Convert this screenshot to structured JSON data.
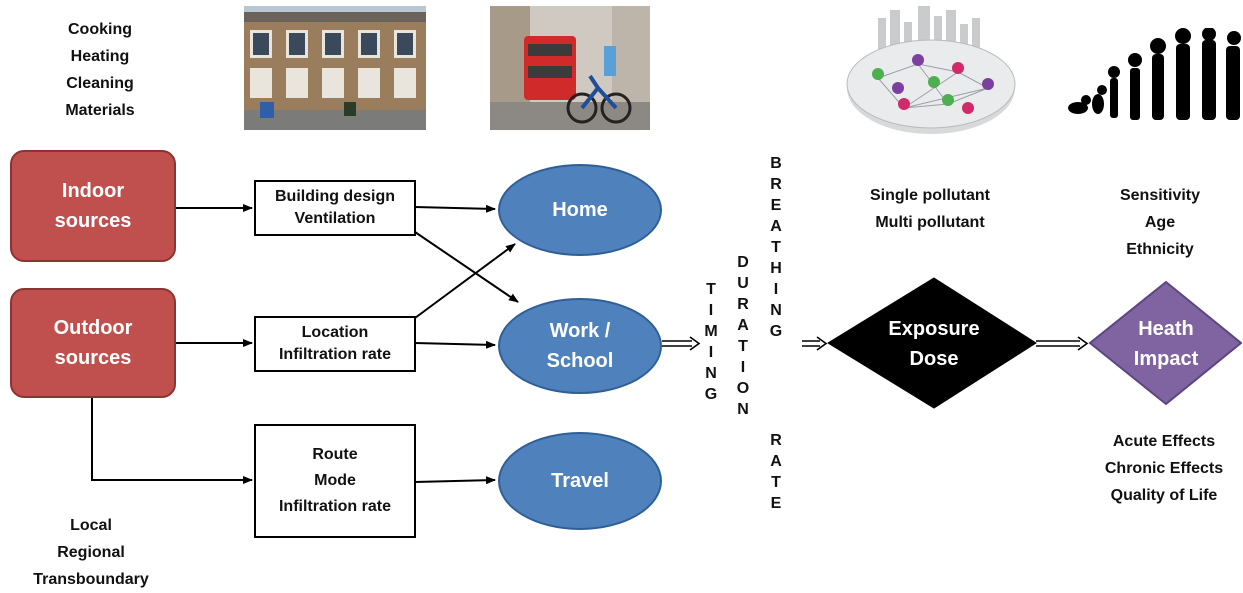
{
  "indoor_activities": [
    "Cooking",
    "Heating",
    "Cleaning",
    "Materials"
  ],
  "sources": {
    "indoor": [
      "Indoor",
      "sources"
    ],
    "outdoor": [
      "Outdoor",
      "sources"
    ]
  },
  "modifiers": {
    "building": [
      "Building design",
      "Ventilation"
    ],
    "location": [
      "Location",
      "Infiltration rate"
    ],
    "route": [
      "Route",
      "Mode",
      "Infiltration rate"
    ]
  },
  "microenvironments": {
    "home": "Home",
    "work": [
      "Work /",
      "School"
    ],
    "travel": "Travel"
  },
  "scales": [
    "Local",
    "Regional",
    "Transboundary"
  ],
  "factors": {
    "timing": "TIMING",
    "duration": "DURATION",
    "breathing": "BREATHING",
    "rate": "RATE"
  },
  "exposure": [
    "Exposure",
    "Dose"
  ],
  "pollutant_labels": [
    "Single pollutant",
    "Multi pollutant"
  ],
  "sensitivity_labels": [
    "Sensitivity",
    "Age",
    "Ethnicity"
  ],
  "impact": [
    "Heath",
    "Impact"
  ],
  "effects": [
    "Acute Effects",
    "Chronic Effects",
    "Quality of Life"
  ],
  "colors": {
    "source_fill": "#c0504d",
    "micro_fill": "#4f81bd",
    "exposure_fill": "#000000",
    "impact_fill": "#8064a2"
  }
}
